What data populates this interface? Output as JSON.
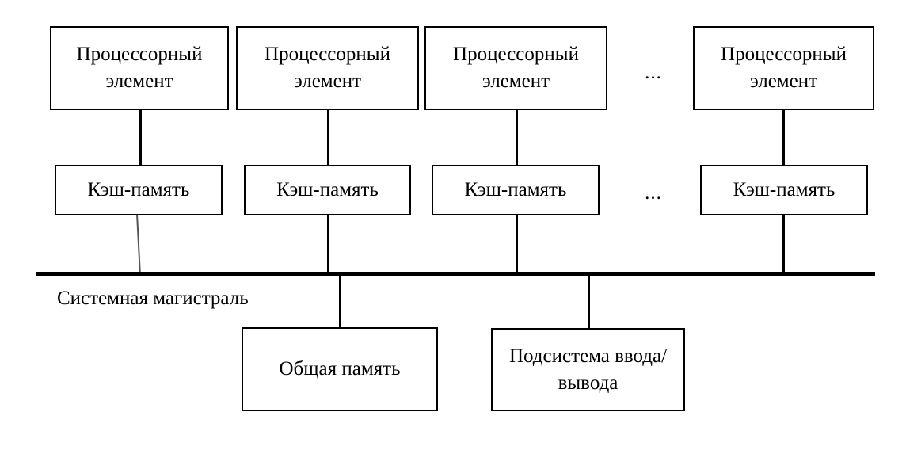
{
  "diagram": {
    "title": "Symmetric multiprocessor (SMP) block diagram",
    "background_color": "#ffffff",
    "line_color": "#000000",
    "text_color": "#000000",
    "processing_elements": [
      {
        "label": "Процессорный элемент"
      },
      {
        "label": "Процессорный элемент"
      },
      {
        "label": "Процессорный элемент"
      },
      {
        "label": "Процессорный элемент"
      }
    ],
    "caches": [
      {
        "label": "Кэш-память"
      },
      {
        "label": "Кэш-память"
      },
      {
        "label": "Кэш-память"
      },
      {
        "label": "Кэш-память"
      }
    ],
    "ellipses": {
      "top": "...",
      "middle": "..."
    },
    "bus": {
      "label": "Системная магистраль"
    },
    "peripherals": [
      {
        "label": "Общая память"
      },
      {
        "label": "Подсистема ввода/вывода"
      }
    ]
  }
}
